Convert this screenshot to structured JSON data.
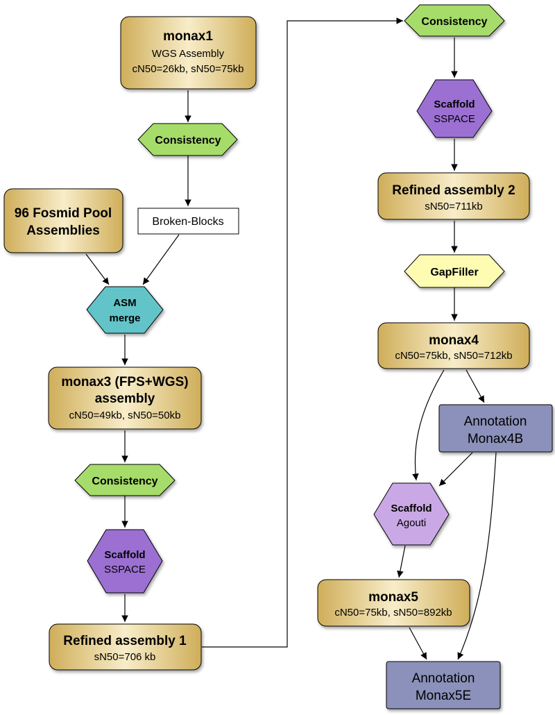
{
  "nodes": {
    "monax1": {
      "title": "monax1",
      "line1": "WGS Assembly",
      "line2": "cN50=26kb, sN50=75kb"
    },
    "consistency1": {
      "label": "Consistency"
    },
    "broken_blocks": {
      "label": "Broken-Blocks"
    },
    "fosmid": {
      "line1": "96 Fosmid Pool",
      "line2": "Assemblies"
    },
    "asm_merge": {
      "line1": "ASM",
      "line2": "merge"
    },
    "monax3": {
      "line1": "monax3 (FPS+WGS)",
      "line2": "assembly",
      "line3": "cN50=49kb, sN50=50kb"
    },
    "consistency2": {
      "label": "Consistency"
    },
    "scaffold1": {
      "title": "Scaffold",
      "tool": "SSPACE"
    },
    "refined1": {
      "title": "Refined assembly 1",
      "sub": "sN50=706 kb"
    },
    "consistency3": {
      "label": "Consistency"
    },
    "scaffold2": {
      "title": "Scaffold",
      "tool": "SSPACE"
    },
    "refined2": {
      "title": "Refined assembly 2",
      "sub": "sN50=711kb"
    },
    "gapfiller": {
      "label": "GapFiller"
    },
    "monax4": {
      "title": "monax4",
      "sub": "cN50=75kb, sN50=712kb"
    },
    "annotation4": {
      "line1": "Annotation",
      "line2": "Monax4B"
    },
    "scaffold3": {
      "title": "Scaffold",
      "tool": "Agouti"
    },
    "monax5": {
      "title": "monax5",
      "sub": "cN50=75kb, sN50=892kb"
    },
    "annotation5": {
      "line1": "Annotation",
      "line2": "Monax5E"
    }
  },
  "colors": {
    "gold_light": "#f8edc9",
    "gold_dark": "#cfae5a",
    "consistency_green": "#a6dc6a",
    "scaffold_purple": "#9b6fd2",
    "scaffold_light_purple": "#caa8e6",
    "asm_teal": "#62c4c8",
    "gapfiller_yellow": "#fefcb2",
    "annotation_slate": "#8b91ba"
  }
}
